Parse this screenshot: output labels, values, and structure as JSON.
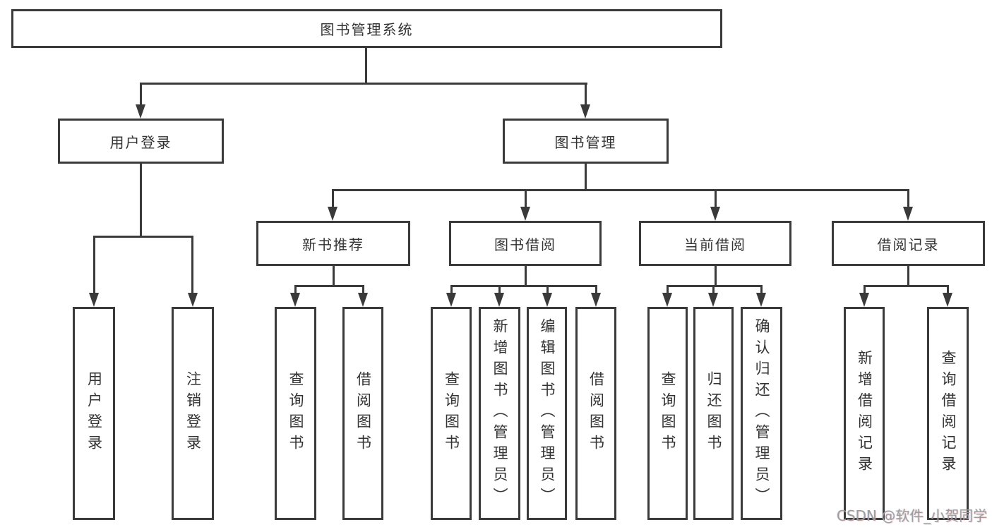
{
  "tree": {
    "root": "图书管理系统",
    "branches": [
      {
        "label": "用户登录",
        "children": [
          "用户登录",
          "注销登录"
        ]
      },
      {
        "label": "图书管理",
        "groups": [
          {
            "label": "新书推荐",
            "children": [
              "查询图书",
              "借阅图书"
            ]
          },
          {
            "label": "图书借阅",
            "children": [
              "查询图书",
              "新增图书（管理员）",
              "编辑图书（管理员）",
              "借阅图书"
            ]
          },
          {
            "label": "当前借阅",
            "children": [
              "查询图书",
              "归还图书",
              "确认归还（管理员）"
            ]
          },
          {
            "label": "借阅记录",
            "children": [
              "新增借阅记录",
              "查询借阅记录"
            ]
          }
        ]
      }
    ]
  },
  "watermark": {
    "text": "CSDN @软件_小贺同学"
  },
  "colors": {
    "line": "#3a3a3a",
    "text": "#333333",
    "watermark": "#9d9d9d",
    "background": "#ffffff"
  }
}
